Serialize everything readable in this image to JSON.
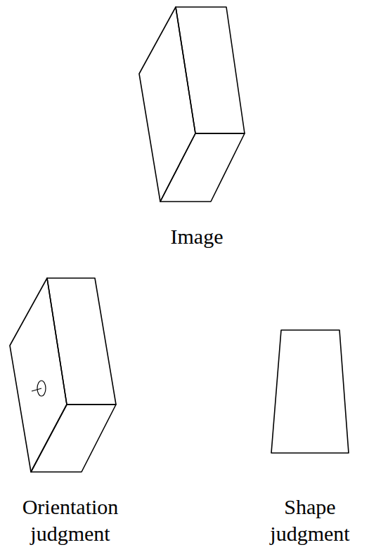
{
  "diagram": {
    "labels": [
      "Image",
      "Orientation judgment",
      "Shape judgment"
    ]
  }
}
